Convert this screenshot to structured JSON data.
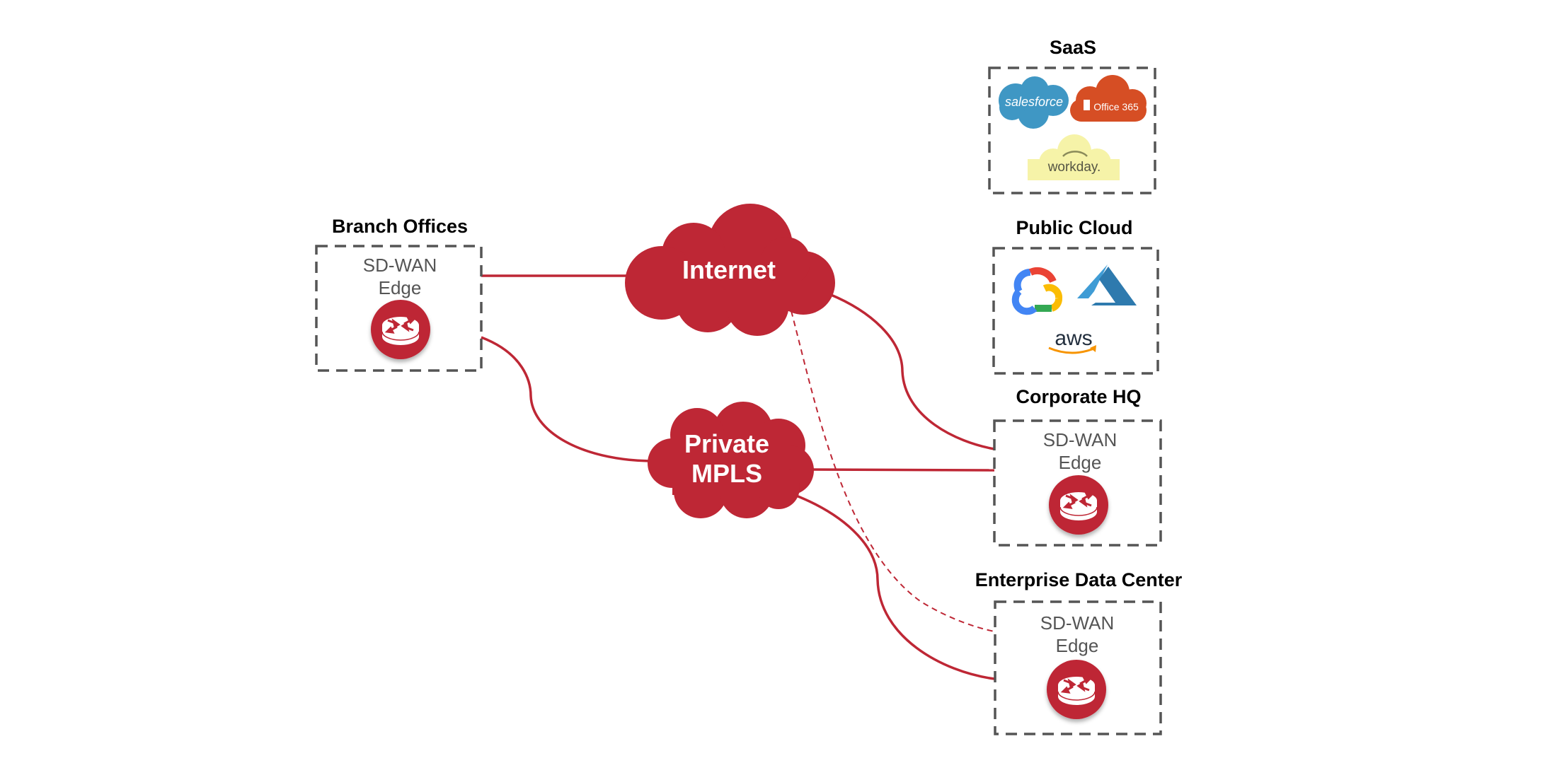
{
  "diagram": {
    "accent_color": "#BE2735",
    "groups": {
      "branch": {
        "title": "Branch Offices",
        "device_line1": "SD-WAN",
        "device_line2": "Edge",
        "device_icon": "router-icon"
      },
      "hq": {
        "title": "Corporate HQ",
        "device_line1": "SD-WAN",
        "device_line2": "Edge",
        "device_icon": "router-icon"
      },
      "datacenter": {
        "title": "Enterprise Data Center",
        "device_line1": "SD-WAN",
        "device_line2": "Edge",
        "device_icon": "router-icon"
      },
      "saas": {
        "title": "SaaS",
        "logos": [
          {
            "name": "salesforce",
            "label": "salesforce",
            "color": "#3F97C4"
          },
          {
            "name": "office365",
            "label": "Office 365",
            "color": "#D64E24"
          },
          {
            "name": "workday",
            "label": "workday.",
            "color": "#F6F3A8"
          }
        ]
      },
      "public_cloud": {
        "title": "Public Cloud",
        "logos": [
          {
            "name": "google-cloud",
            "label": ""
          },
          {
            "name": "azure",
            "label": ""
          },
          {
            "name": "aws",
            "label": "aws"
          }
        ]
      }
    },
    "networks": {
      "internet": {
        "label": "Internet"
      },
      "mpls": {
        "label_line1": "Private",
        "label_line2": "MPLS"
      }
    },
    "links": [
      {
        "from": "Branch Offices",
        "to": "Internet",
        "style": "solid"
      },
      {
        "from": "Branch Offices",
        "to": "Private MPLS",
        "style": "solid"
      },
      {
        "from": "Internet",
        "to": "Corporate HQ",
        "style": "solid"
      },
      {
        "from": "Private MPLS",
        "to": "Corporate HQ",
        "style": "solid"
      },
      {
        "from": "Private MPLS",
        "to": "Enterprise Data Center",
        "style": "solid"
      },
      {
        "from": "Internet",
        "to": "Enterprise Data Center",
        "style": "dashed"
      }
    ]
  }
}
